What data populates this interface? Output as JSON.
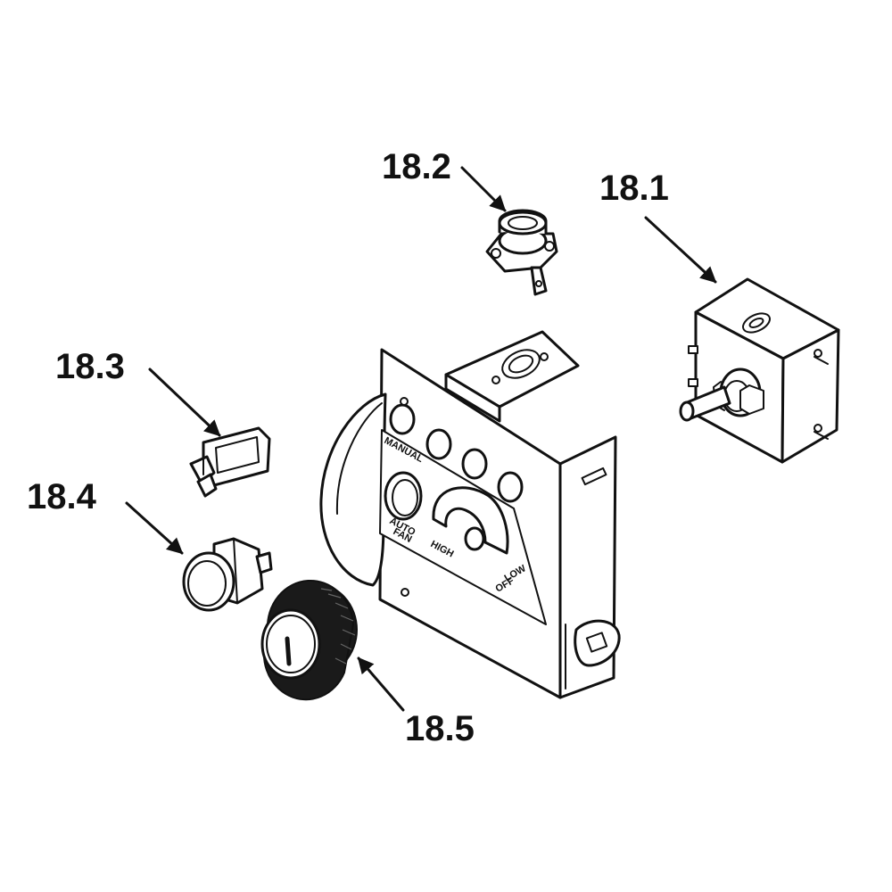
{
  "callouts": {
    "c18_1": "18.1",
    "c18_2": "18.2",
    "c18_3": "18.3",
    "c18_4": "18.4",
    "c18_5": "18.5"
  },
  "panel_labels": {
    "manual": "MANUAL",
    "auto": "AUTO",
    "fan": "FAN",
    "high": "HIGH",
    "low": "LOW",
    "off": "OFF"
  },
  "colors": {
    "line": "#111111",
    "background": "#ffffff"
  }
}
